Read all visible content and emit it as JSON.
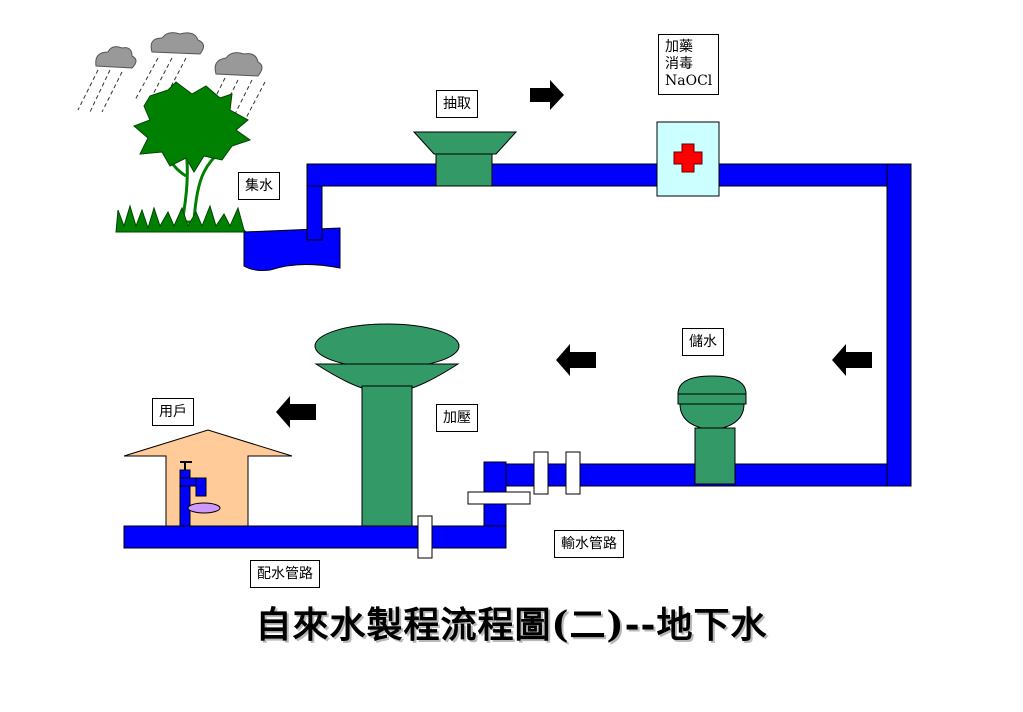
{
  "title": "自來水製程流程圖(二)--地下水",
  "labels": {
    "collect": "集水",
    "extract": "抽取",
    "dose": "加藥\n消毒\nNaOCl",
    "storage": "儲水",
    "pressurize": "加壓",
    "user": "用戶",
    "transmission_pipe": "輸水管路",
    "distribution_pipe": "配水管路"
  },
  "colors": {
    "pipe": "#0000ff",
    "equipment": "#339966",
    "disinfect_panel": "#ccffff",
    "cross": "#ff0000",
    "house": "#ffcc99",
    "tree": "#008000",
    "arrow": "#000000"
  }
}
